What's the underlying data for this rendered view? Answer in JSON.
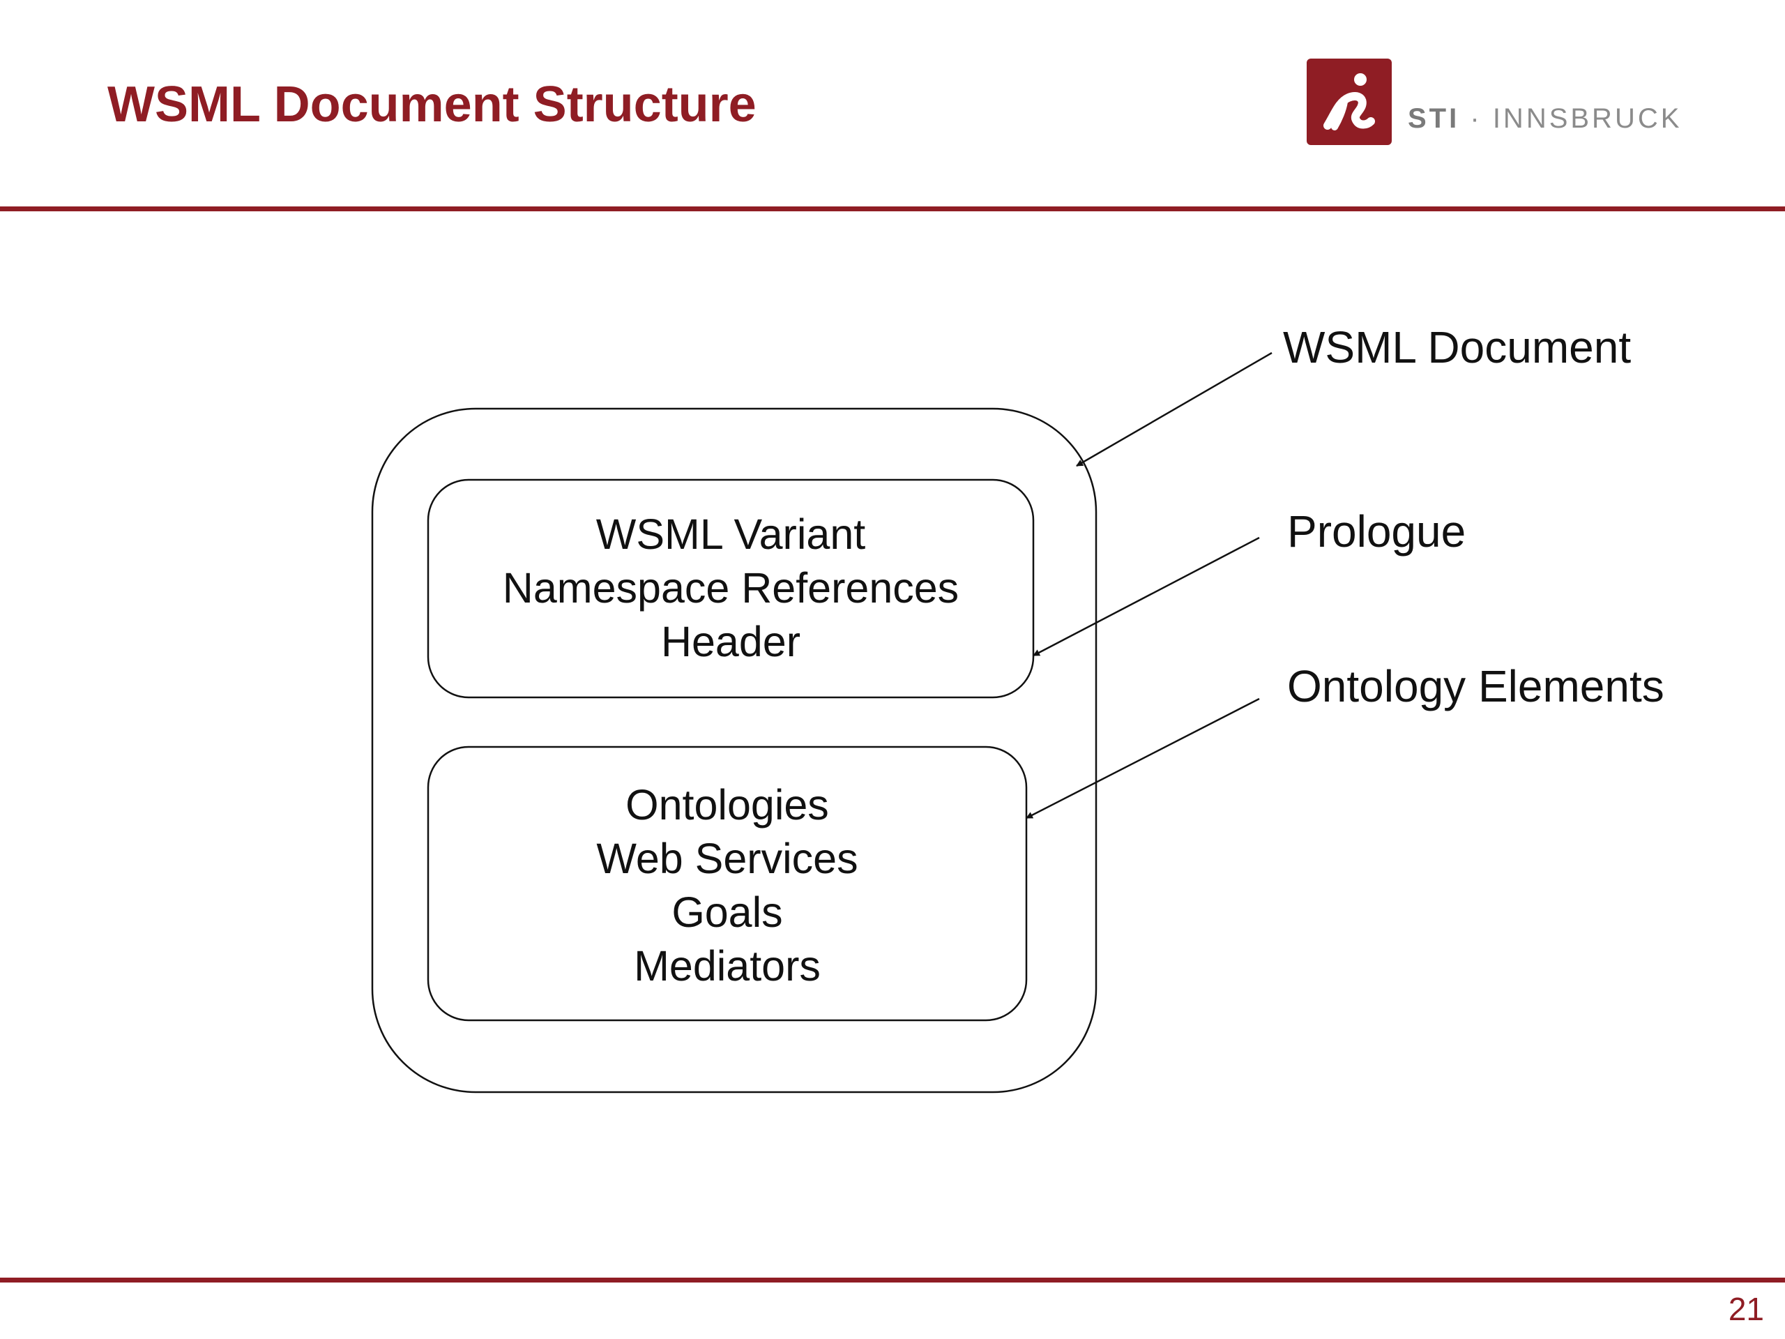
{
  "slide": {
    "title": "WSML Document Structure",
    "page_number": "21"
  },
  "logo": {
    "name_bold": "STI",
    "separator": "·",
    "name_light": "INNSBRUCK",
    "brand_color": "#8f1d24",
    "icon": "sti-person-logo-icon"
  },
  "diagram": {
    "prologue_box": {
      "lines": [
        "WSML Variant",
        "Namespace References",
        "Header"
      ]
    },
    "elements_box": {
      "lines": [
        "Ontologies",
        "Web Services",
        "Goals",
        "Mediators"
      ]
    },
    "callouts": {
      "document": "WSML Document",
      "prologue": "Prologue",
      "elements": "Ontology Elements"
    }
  }
}
